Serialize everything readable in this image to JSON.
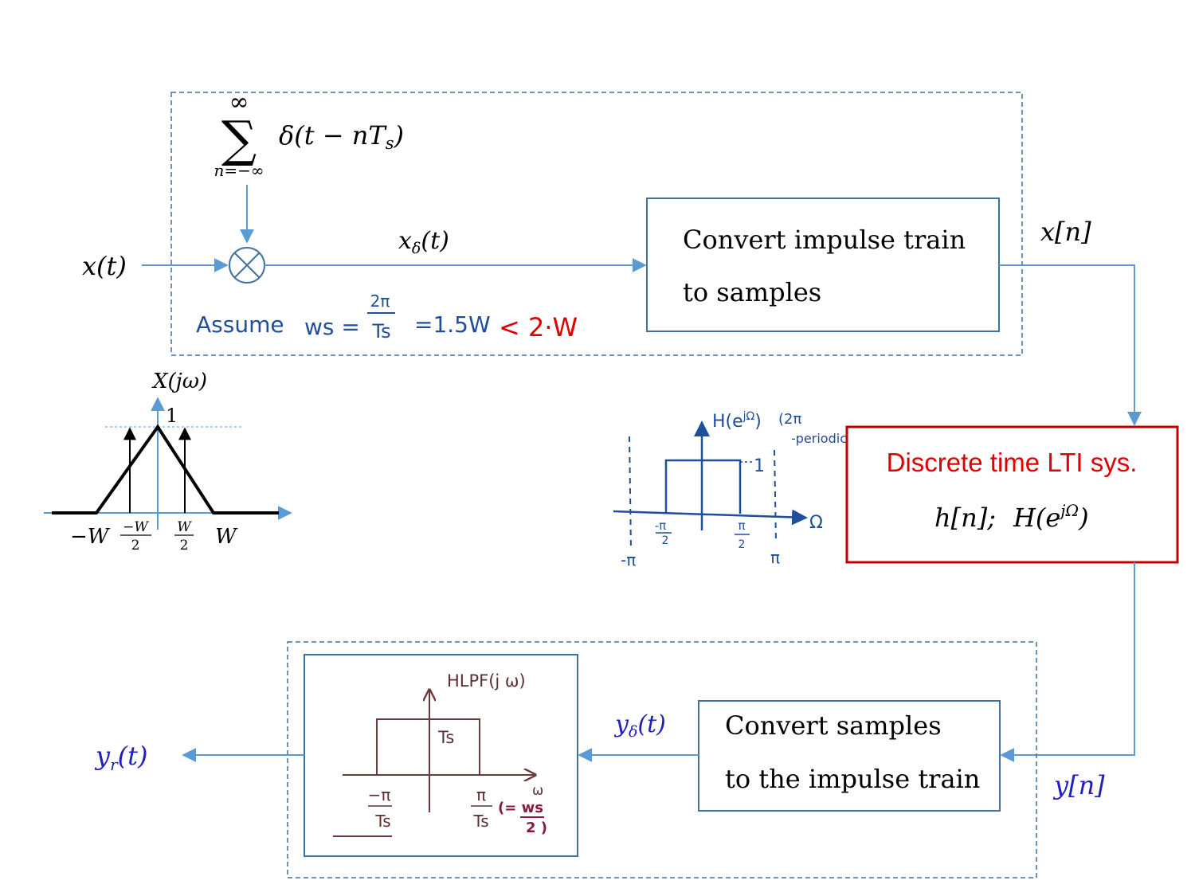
{
  "colors": {
    "line_blue": "#5b9bd5",
    "dash_blue": "#41719c",
    "ink_blue": "#1f4e9a",
    "red": "#e00000",
    "dark_red": "#c00000",
    "hand_red": "#8b1a3a",
    "black": "#000000"
  },
  "sampler": {
    "sum_upper": "∞",
    "sum_symbol": "∑",
    "sum_lower": "n=−∞",
    "sum_term": "δ(t − nT",
    "sum_term_sub": "s",
    "sum_term_close": ")",
    "input_label": "x(t)",
    "impulse_label": "x",
    "impulse_label_sub": "δ",
    "impulse_label_arg": "(t)",
    "convert_line1": "Convert impulse train",
    "convert_line2": "to samples",
    "xn_label": "x[n]",
    "note_assume": "Assume",
    "note_ws": "ws =",
    "note_frac_num": "2π",
    "note_frac_den": "Ts",
    "note_value": "=1.5W",
    "note_compare": "< 2·W"
  },
  "spectrum": {
    "title": "X(jω)",
    "peak_label": "1",
    "tick_neg_w": "−W",
    "tick_neg_half_num": "−W",
    "tick_neg_half_den": "2",
    "tick_pos_half_num": "W",
    "tick_pos_half_den": "2",
    "tick_pos_w": "W"
  },
  "dt_filter_sketch": {
    "title": "H(e",
    "title_sup": "jΩ",
    "title_close": ")",
    "note_line1": "(2π",
    "note_line2": "-periodic)",
    "level": "1",
    "axis": "Ω",
    "tick_neg_half_num": "-π",
    "tick_neg_half_den": "2",
    "tick_pos_half_num": "π",
    "tick_pos_half_den": "2",
    "tick_neg_pi": "-π",
    "tick_pos_pi": "π"
  },
  "lti": {
    "title": "Discrete time LTI  sys.",
    "impulse_response": "h[n];",
    "freq_response_base": "H(e",
    "freq_response_sup": "jΩ",
    "freq_response_close": ")"
  },
  "reconstruction": {
    "yn_label": "y[n]",
    "convert_line1": "Convert samples",
    "convert_line2": "to the impulse train",
    "ydelta_label": "y",
    "ydelta_sub": "δ",
    "ydelta_arg": "(t)",
    "output_label": "y",
    "output_sub": "r",
    "output_arg": "(t)"
  },
  "lpf_sketch": {
    "title": "HLPF(j ω)",
    "level": "Ts",
    "axis": "ω",
    "tick_neg_num": "−π",
    "tick_neg_den": "Ts",
    "tick_pos_num": "π",
    "tick_pos_den": "Ts",
    "tick_pos_note_num": "(= ws",
    "tick_pos_note_den": "2 )"
  }
}
